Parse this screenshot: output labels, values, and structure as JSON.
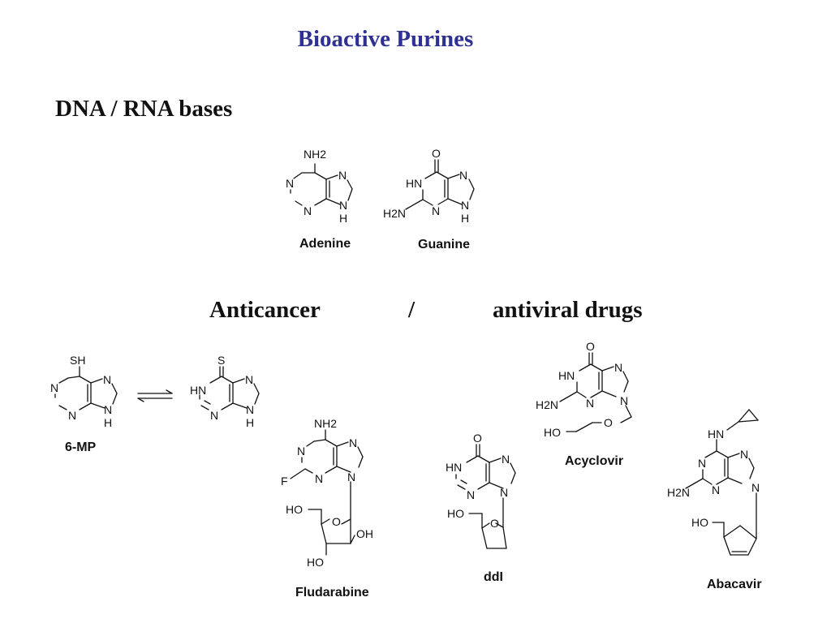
{
  "slide": {
    "title": "Bioactive  Purines",
    "section_bases": "DNA / RNA bases",
    "section_drugs_left": "Anticancer",
    "section_drugs_sep": "/",
    "section_drugs_right": "antiviral drugs"
  },
  "colors": {
    "title": "#2e3192",
    "text": "#111111"
  },
  "molecules": {
    "adenine": {
      "name": "Adenine",
      "sub_amino": "NH2"
    },
    "guanine": {
      "name": "Guanine",
      "sub_oxo": "O",
      "sub_amino": "H2N"
    },
    "mp_thiol": {
      "sub": "SH"
    },
    "mp_thione": {
      "sub": "S"
    },
    "mp": {
      "name": "6-MP"
    },
    "fludarabine": {
      "name": "Fludarabine",
      "sub_amino": "NH2",
      "sub_f": "F",
      "oh1": "HO",
      "oh2": "OH",
      "oh3": "HO"
    },
    "ddi": {
      "name": "ddI",
      "sub_oxo": "O",
      "oh": "HO"
    },
    "acyclovir": {
      "name": "Acyclovir",
      "sub_oxo": "O",
      "sub_amino": "H2N",
      "chain_ho": "HO",
      "chain_o": "O"
    },
    "abacavir": {
      "name": "Abacavir",
      "sub_hn": "HN",
      "sub_amino": "H2N",
      "oh": "HO"
    }
  },
  "atoms": {
    "N": "N",
    "NH": "NH",
    "HN": "HN",
    "O": "O",
    "H": "H"
  }
}
